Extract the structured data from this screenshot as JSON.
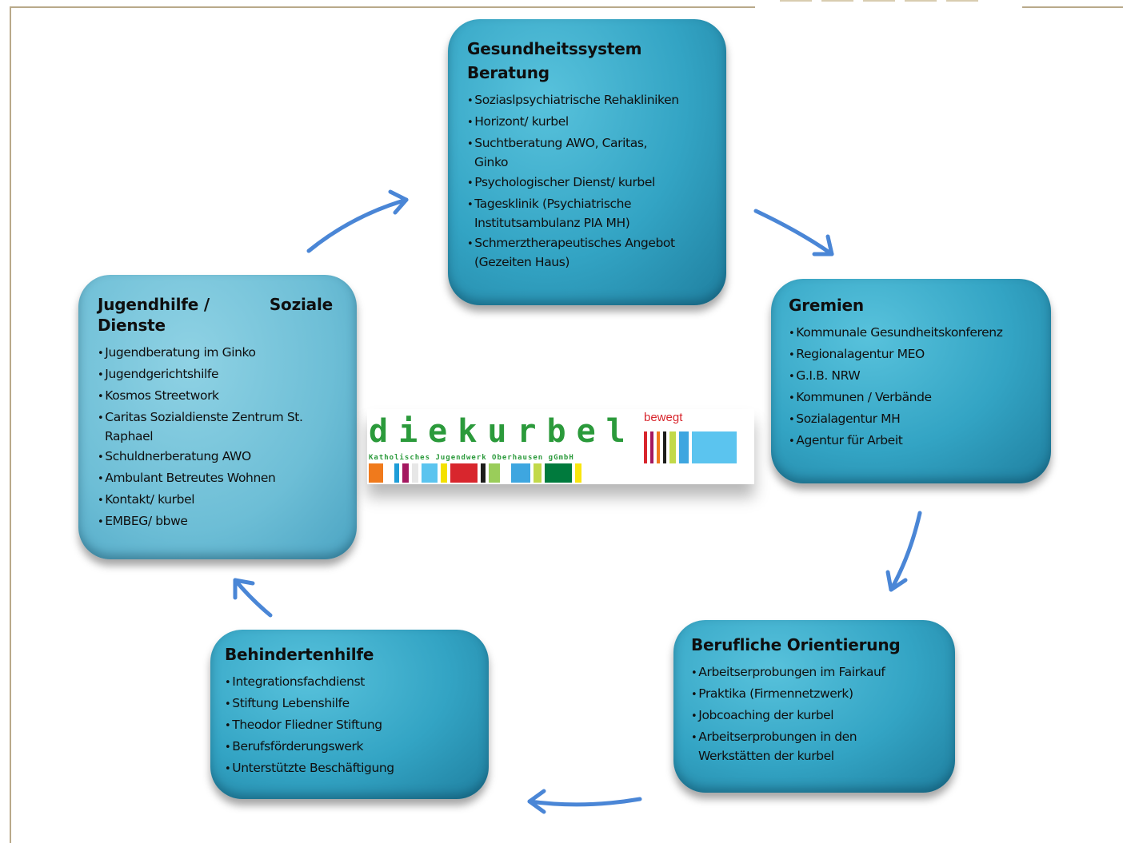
{
  "boxes": {
    "gesundheit": {
      "title_line1": "Gesundheitssystem",
      "title_line2": "Beratung",
      "items": [
        [
          "Soziaslpsychiatrische Rehakliniken"
        ],
        [
          "Horizont/ kurbel"
        ],
        [
          "Suchtberatung AWO, Caritas,",
          "Ginko"
        ],
        [
          "Psychologischer Dienst/  kurbel"
        ],
        [
          "Tagesklinik (Psychiatrische",
          "Institutsambulanz PIA MH)"
        ],
        [
          "Schmerztherapeutisches Angebot",
          "(Gezeiten Haus)"
        ]
      ]
    },
    "gremien": {
      "title": "Gremien",
      "items": [
        [
          "Kommunale Gesundheitskonferenz"
        ],
        [
          "Regionalagentur MEO"
        ],
        [
          "G.I.B. NRW"
        ],
        [
          "Kommunen / Verbände"
        ],
        [
          "Sozialagentur MH"
        ],
        [
          "Agentur für Arbeit"
        ]
      ]
    },
    "berufliche": {
      "title": "Berufliche Orientierung",
      "items": [
        [
          "Arbeitserprobungen im Fairkauf"
        ],
        [
          "Praktika (Firmennetzwerk)"
        ],
        [
          "Jobcoaching der kurbel"
        ],
        [
          "Arbeitserprobungen in den",
          "Werkstätten der kurbel"
        ]
      ]
    },
    "behinderten": {
      "title": "Behindertenhilfe",
      "items": [
        [
          "Integrationsfachdienst"
        ],
        [
          "Stiftung Lebenshilfe"
        ],
        [
          "Theodor Fliedner Stiftung"
        ],
        [
          "Berufsförderungswerk"
        ],
        [
          "Unterstützte Beschäftigung"
        ]
      ]
    },
    "jugend": {
      "title_left": "Jugendhilfe /",
      "title_right": "Soziale",
      "title_line2": "Dienste",
      "items": [
        [
          "Jugendberatung im Ginko"
        ],
        [
          "Jugendgerichtshilfe"
        ],
        [
          "Kosmos Streetwork"
        ],
        [
          "Caritas Sozialdienste Zentrum St.",
          "Raphael"
        ],
        [
          "Schuldnerberatung AWO"
        ],
        [
          "Ambulant Betreutes Wohnen"
        ],
        [
          "Kontakt/ kurbel"
        ],
        [
          "EMBEG/ bbwe"
        ]
      ]
    }
  },
  "logo": {
    "word": "diekurbel",
    "tagline": "bewegt",
    "subtitle": "Katholisches Jugendwerk Oberhausen gGmbH",
    "colors": {
      "green": "#2b9a3b",
      "red": "#d8262d",
      "bottom_stripes": [
        "#f07a1c",
        "#ffffff",
        "#1e9dd8",
        "#a4175f",
        "#e7e7e7",
        "#5bc4ef",
        "#f4e100",
        "#d8262d",
        "#1d1d1b",
        "#9acd5a",
        "#ffffff",
        "#3ea6e0",
        "#c2d94a",
        "#007a3d",
        "#f9e60f",
        "#ffffff"
      ],
      "right_stripes": [
        "#d8262d",
        "#a4175f",
        "#f07a1c",
        "#1d1d1b",
        "#c2d94a",
        "#3ea6e0",
        "#5bc4ef"
      ]
    }
  },
  "colors": {
    "box_fill": "#33a4c4",
    "box_fill_light": "#6dbed6",
    "arrow": "#4a86d6",
    "frame": "#b9a98a"
  }
}
